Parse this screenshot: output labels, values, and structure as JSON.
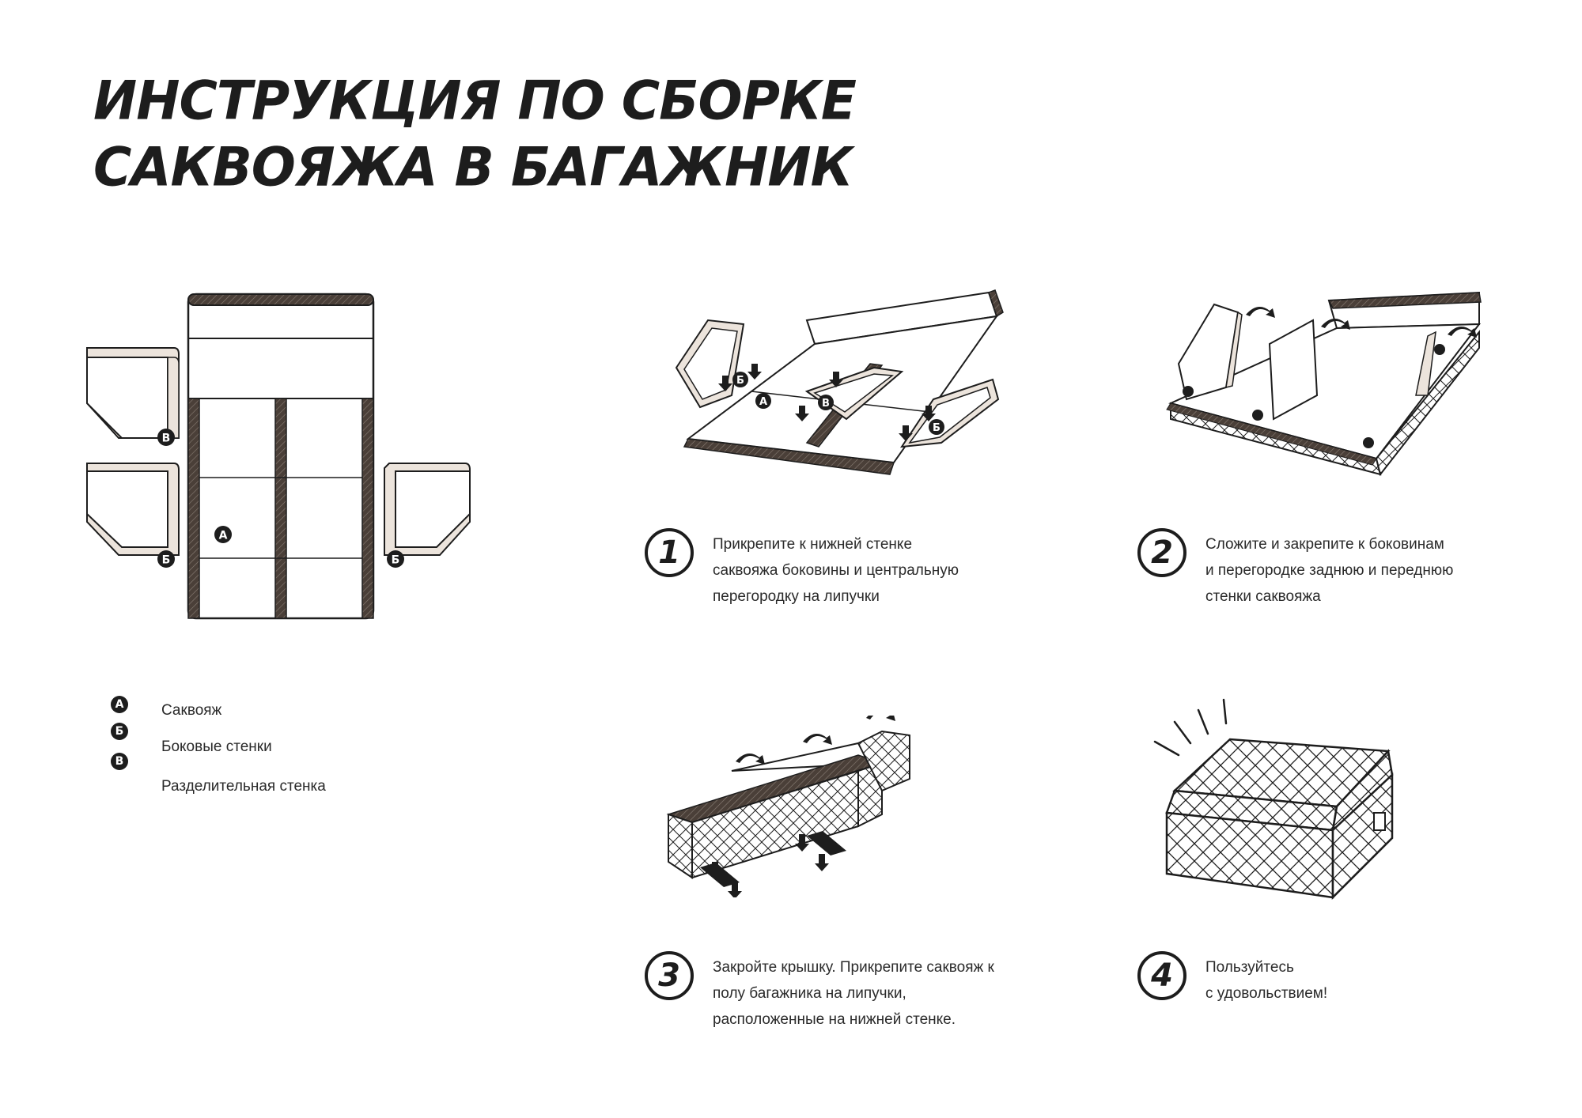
{
  "title": {
    "line1": "ИНСТРУКЦИЯ ПО СБОРКЕ",
    "line2": "САКВОЯЖА В БАГАЖНИК"
  },
  "markers": {
    "a": "А",
    "b": "Б",
    "v": "В"
  },
  "legend": [
    {
      "badge": "А",
      "label": "Саквояж"
    },
    {
      "badge": "Б",
      "label": "Боковые стенки"
    },
    {
      "badge": "В",
      "label": "Разделительная стенка"
    }
  ],
  "steps": [
    {
      "number": "1",
      "lines": [
        "Прикрепите к нижней стенке",
        "саквояжа боковины и центральную",
        "перегородку на липучки"
      ]
    },
    {
      "number": "2",
      "lines": [
        "Сложите и закрепите к боковинам",
        "и перегородке заднюю и переднюю",
        "стенки саквояжа"
      ]
    },
    {
      "number": "3",
      "lines": [
        "Закройте крышку. Прикрепите саквояж к",
        "полу багажника на липучки,",
        "расположенные на нижней стенке."
      ]
    },
    {
      "number": "4",
      "lines": [
        "Пользуйтесь",
        "с удовольствием!"
      ]
    }
  ],
  "colors": {
    "ink": "#1d1d1d",
    "trim": "#4a3f38",
    "beige": "#ece4dc"
  }
}
